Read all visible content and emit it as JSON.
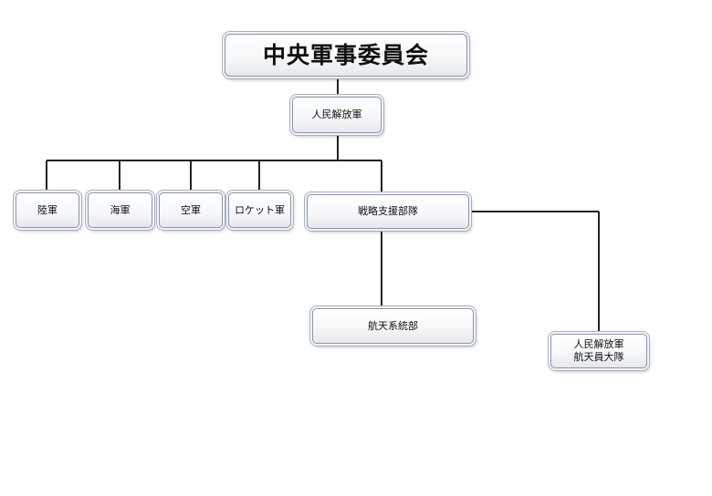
{
  "org_chart": {
    "root": "中央軍事委員会",
    "pla": "人民解放軍",
    "branches": {
      "army": "陸軍",
      "navy": "海軍",
      "air_force": "空軍",
      "rocket_force": "ロケット軍",
      "strategic_support_force": "戦略支援部隊"
    },
    "space_systems_department": "航天系統部",
    "astronaut_corps": "人民解放軍\n航天員大隊"
  },
  "colors": {
    "line": "#222222",
    "box_border": "#8a96a8",
    "box_fill_top": "#ffffff",
    "box_fill_bottom": "#e6e8ec"
  }
}
